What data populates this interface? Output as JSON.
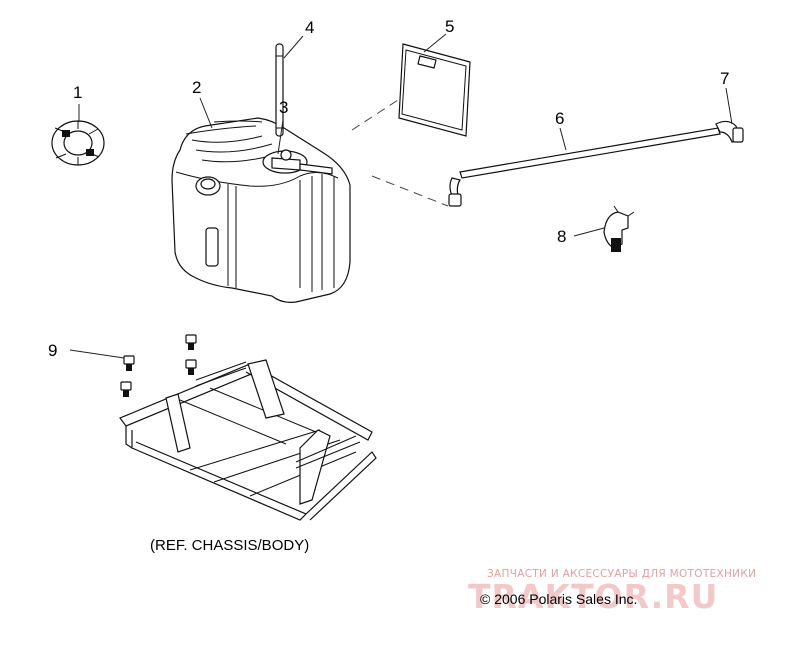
{
  "callouts": [
    {
      "number": "1",
      "part": "fuel-cap-ring"
    },
    {
      "number": "2",
      "part": "fuel-tank"
    },
    {
      "number": "3",
      "part": "fuel-pump-sender"
    },
    {
      "number": "4",
      "part": "vent-rod"
    },
    {
      "number": "5",
      "part": "tank-pad"
    },
    {
      "number": "6",
      "part": "fuel-line"
    },
    {
      "number": "7",
      "part": "fuel-line-fitting"
    },
    {
      "number": "8",
      "part": "hose-clamp"
    },
    {
      "number": "9",
      "part": "mounting-bolt"
    }
  ],
  "ref_note": "(REF. CHASSIS/BODY)",
  "copyright": "© 2006 Polaris Sales Inc.",
  "watermark": {
    "tagline": "ЗАПЧАСТИ И АКСЕССУАРЫ ДЛЯ МОТОТЕХНИКИ",
    "brand": "TRAKTOR.RU"
  },
  "colors": {
    "line": "#111111",
    "background": "#ffffff",
    "watermark": "#e1a0a0"
  }
}
